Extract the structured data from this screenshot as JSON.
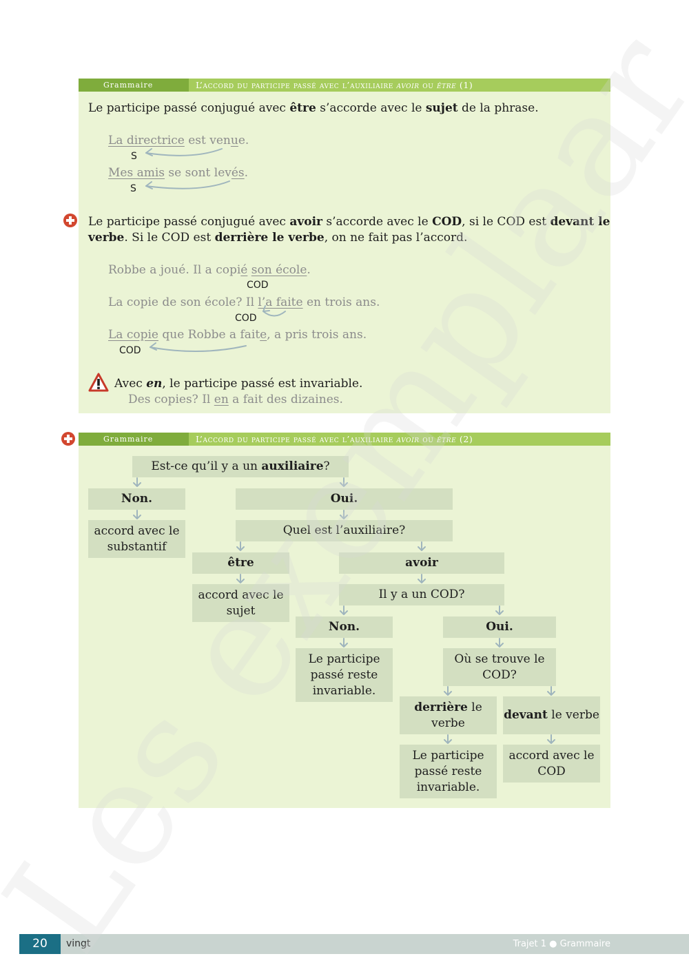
{
  "section1": {
    "tag": "Grammaire",
    "title_pre": "L’accord du participe passé avec l’auxiliaire",
    "title_avoir": "avoir",
    "title_ou": "ou",
    "title_etre": "être",
    "title_num": "(1)",
    "rule1": {
      "t1": "Le participe passé conjugué avec ",
      "b1": "être",
      "t2": " s’accorde avec le ",
      "b2": "sujet",
      "t3": " de la phrase."
    },
    "ex1": {
      "s1": "La directrice",
      "t1": " est ven",
      "u1": "u",
      "t2": "e",
      "end": ".",
      "label": "S"
    },
    "ex2": {
      "s1": "Mes amis",
      "t1": " se sont lev",
      "u1": "é",
      "u2": "s",
      "end": ".",
      "label": "S"
    },
    "rule2": {
      "t1": "Le participe passé conjugué avec ",
      "b1": "avoir",
      "t2": " s’accorde avec le ",
      "b2": "COD",
      "t3": ", si le COD est ",
      "b3": "devant le",
      "b4": "verbe",
      "t4": ". Si le COD est ",
      "b5": "derrière le verbe",
      "t5": ", on ne fait pas l’accord."
    },
    "ex3": {
      "t1": "Robbe a joué. Il a copi",
      "u1": "é",
      "t2": " ",
      "u2": "son école",
      "end": ".",
      "label": "COD"
    },
    "ex4": {
      "t1": "La copie de son école? Il ",
      "u1": "l’",
      "u2": "a faite",
      "t2": " en trois ans.",
      "label": "COD"
    },
    "ex5": {
      "u1": "La copie",
      "t1": " que Robbe a fait",
      "u2": "e",
      "t2": ", a pris trois ans.",
      "label": "COD"
    },
    "warning": {
      "t1": "Avec ",
      "b1": "en",
      "t2": ", le participe passé est invariable."
    },
    "ex6": {
      "t1": "Des copies? Il ",
      "u1": "en",
      "t2": " a fait des dizaines."
    }
  },
  "section2": {
    "tag": "Grammaire",
    "title_pre": "L’accord du participe passé avec l’auxiliaire",
    "title_avoir": "avoir",
    "title_ou": "ou",
    "title_etre": "être",
    "title_num": "(2)",
    "flow": {
      "q1_pre": "Est-ce qu’il y a un ",
      "q1_bold": "auxiliaire",
      "q1_post": "?",
      "non1": "Non.",
      "oui1": "Oui.",
      "res_substantif": "accord avec le substantif",
      "q2": "Quel est l’auxiliaire?",
      "etre": "être",
      "avoir": "avoir",
      "res_sujet": "accord avec le sujet",
      "q3": "Il y a un COD?",
      "non2": "Non.",
      "oui2": "Oui.",
      "res_invariable1": "Le participe passé reste invariable.",
      "q4": "Où se trouve le COD?",
      "derriere_bold": "derrière",
      "derriere_rest": " le verbe",
      "devant_bold": "devant",
      "devant_rest": " le verbe",
      "res_invariable2": "Le participe passé reste invariable.",
      "res_cod": "accord avec le COD"
    }
  },
  "footer": {
    "page_number": "20",
    "page_word": "vingt",
    "trajet": "Trajet 1 ● Grammaire"
  },
  "watermark": "Les exemplaar",
  "colors": {
    "panel": "#ebf4d5",
    "header_bar": "#a6cc5c",
    "header_tag": "#7fac3c",
    "flow_box": "#d3dfc1",
    "arrow": "#9fb5bd",
    "plus": "#d2472f",
    "page_num": "#1b6f85"
  }
}
